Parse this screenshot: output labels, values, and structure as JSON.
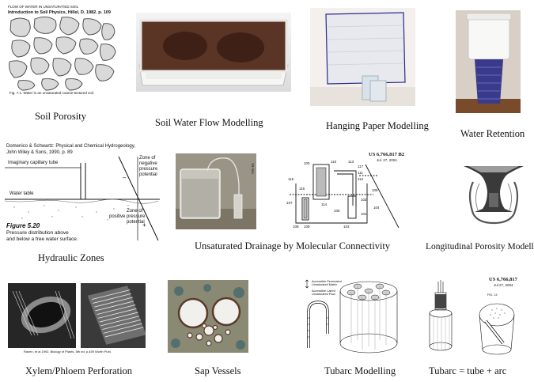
{
  "captions": {
    "soil_porosity": "Soil Porosity",
    "soil_water_flow": "Soil Water Flow Modelling",
    "hanging_paper": "Hanging Paper Modelling",
    "water_retention": "Water Retention",
    "hydraulic_zones": "Hydraulic Zones",
    "unsaturated_drainage": "Unsaturated Drainage by Molecular Connectivity",
    "longitudinal_porosity": "Longitudinal Porosity Modelling",
    "xylem_phloem": "Xylem/Phloem Perforation",
    "sap_vessels": "Sap Vessels",
    "tubarc_modelling": "Tubarc Modelling",
    "tubarc_formula": "Tubarc = tube + arc"
  },
  "soil_porosity_figure": {
    "header": "FLOW OF WATER IN UNSATURATED SOIL",
    "reference": "Introduction to Soil Physics, Hillel, D. 1982. p. 109",
    "fig_caption": "Fig. 7.1.    Water in an unsaturated coarse-textured soil."
  },
  "hydraulic_zones_figure": {
    "reference_line1": "Domenico & Schwartz: Physical and Chemical Hydrogeology,",
    "reference_line2": "John Wiley & Sons, 1990, p. 89",
    "capillary_label": "Imaginary capillary tube",
    "water_table_label": "Water table",
    "negative_zone": [
      "Zone of",
      "negative",
      "pressure",
      "potential"
    ],
    "positive_zone": [
      "Zone of",
      "positive pressure",
      "potential"
    ],
    "minus_sign": "–",
    "plus_sign": "+",
    "figure_number": "Figure 5.20",
    "figure_caption_line1": "Pressure distribution above",
    "figure_caption_line2": "and below a free water surface."
  },
  "drainage_photo": {
    "scale_label": "10 mm"
  },
  "patent_drawing_1": {
    "number": "US 6,766,817 B2",
    "date": "Jul. 27, 2004",
    "labels": [
      "100",
      "110",
      "113",
      "117",
      "111",
      "112",
      "115",
      "116",
      "106",
      "104",
      "102",
      "101",
      "107",
      "108",
      "109",
      "114",
      "105",
      "103"
    ]
  },
  "xylem_figure": {
    "reference": "Raven, et al 1992. Biology of Plants. 5th ed. p.459 Worth Publ."
  },
  "tubarc_figure": {
    "legend_1a": "Accessible Permeated",
    "legend_1b": "Unsaturated Matrix",
    "legend_2a": "Accessible Latent",
    "legend_2b": "Unsaturated Flow"
  },
  "patent_drawing_2": {
    "number": "US 6,766,817",
    "date": "Jul 27, 2004",
    "fig_label": "FIG. 14"
  }
}
